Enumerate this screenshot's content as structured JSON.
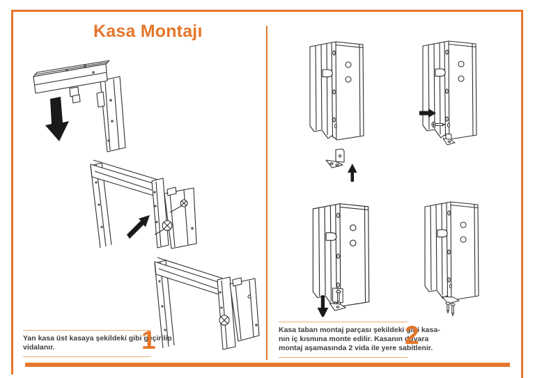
{
  "colors": {
    "accent": "#E5762A",
    "rule": "#EBAD72",
    "text": "#3E3E3E",
    "line_art": "#2E2E2E"
  },
  "header": {
    "title": "Kasa Montajı"
  },
  "steps": [
    {
      "number": "1",
      "caption_lines": [
        "Yan kasa üst kasaya şekildeki gibi geçirilip",
        "vidalanır."
      ],
      "figures": [
        "top-frame-slide-onto-side-frame",
        "corner-screw-mounting",
        "corner-assembled"
      ]
    },
    {
      "number": "2",
      "caption_lines": [
        "Kasa taban montaj parçası şekildeki gibi kasa-",
        "nın iç kısmına monte edilir. Kasanın duvara",
        "montaj aşamasında 2 vida ile yere sabitlenir."
      ],
      "figures": [
        "base-bracket-align-below-jamb",
        "bracket-side-screw-insert",
        "jamb-slide-down-on-bracket",
        "bracket-floor-screws"
      ]
    }
  ]
}
